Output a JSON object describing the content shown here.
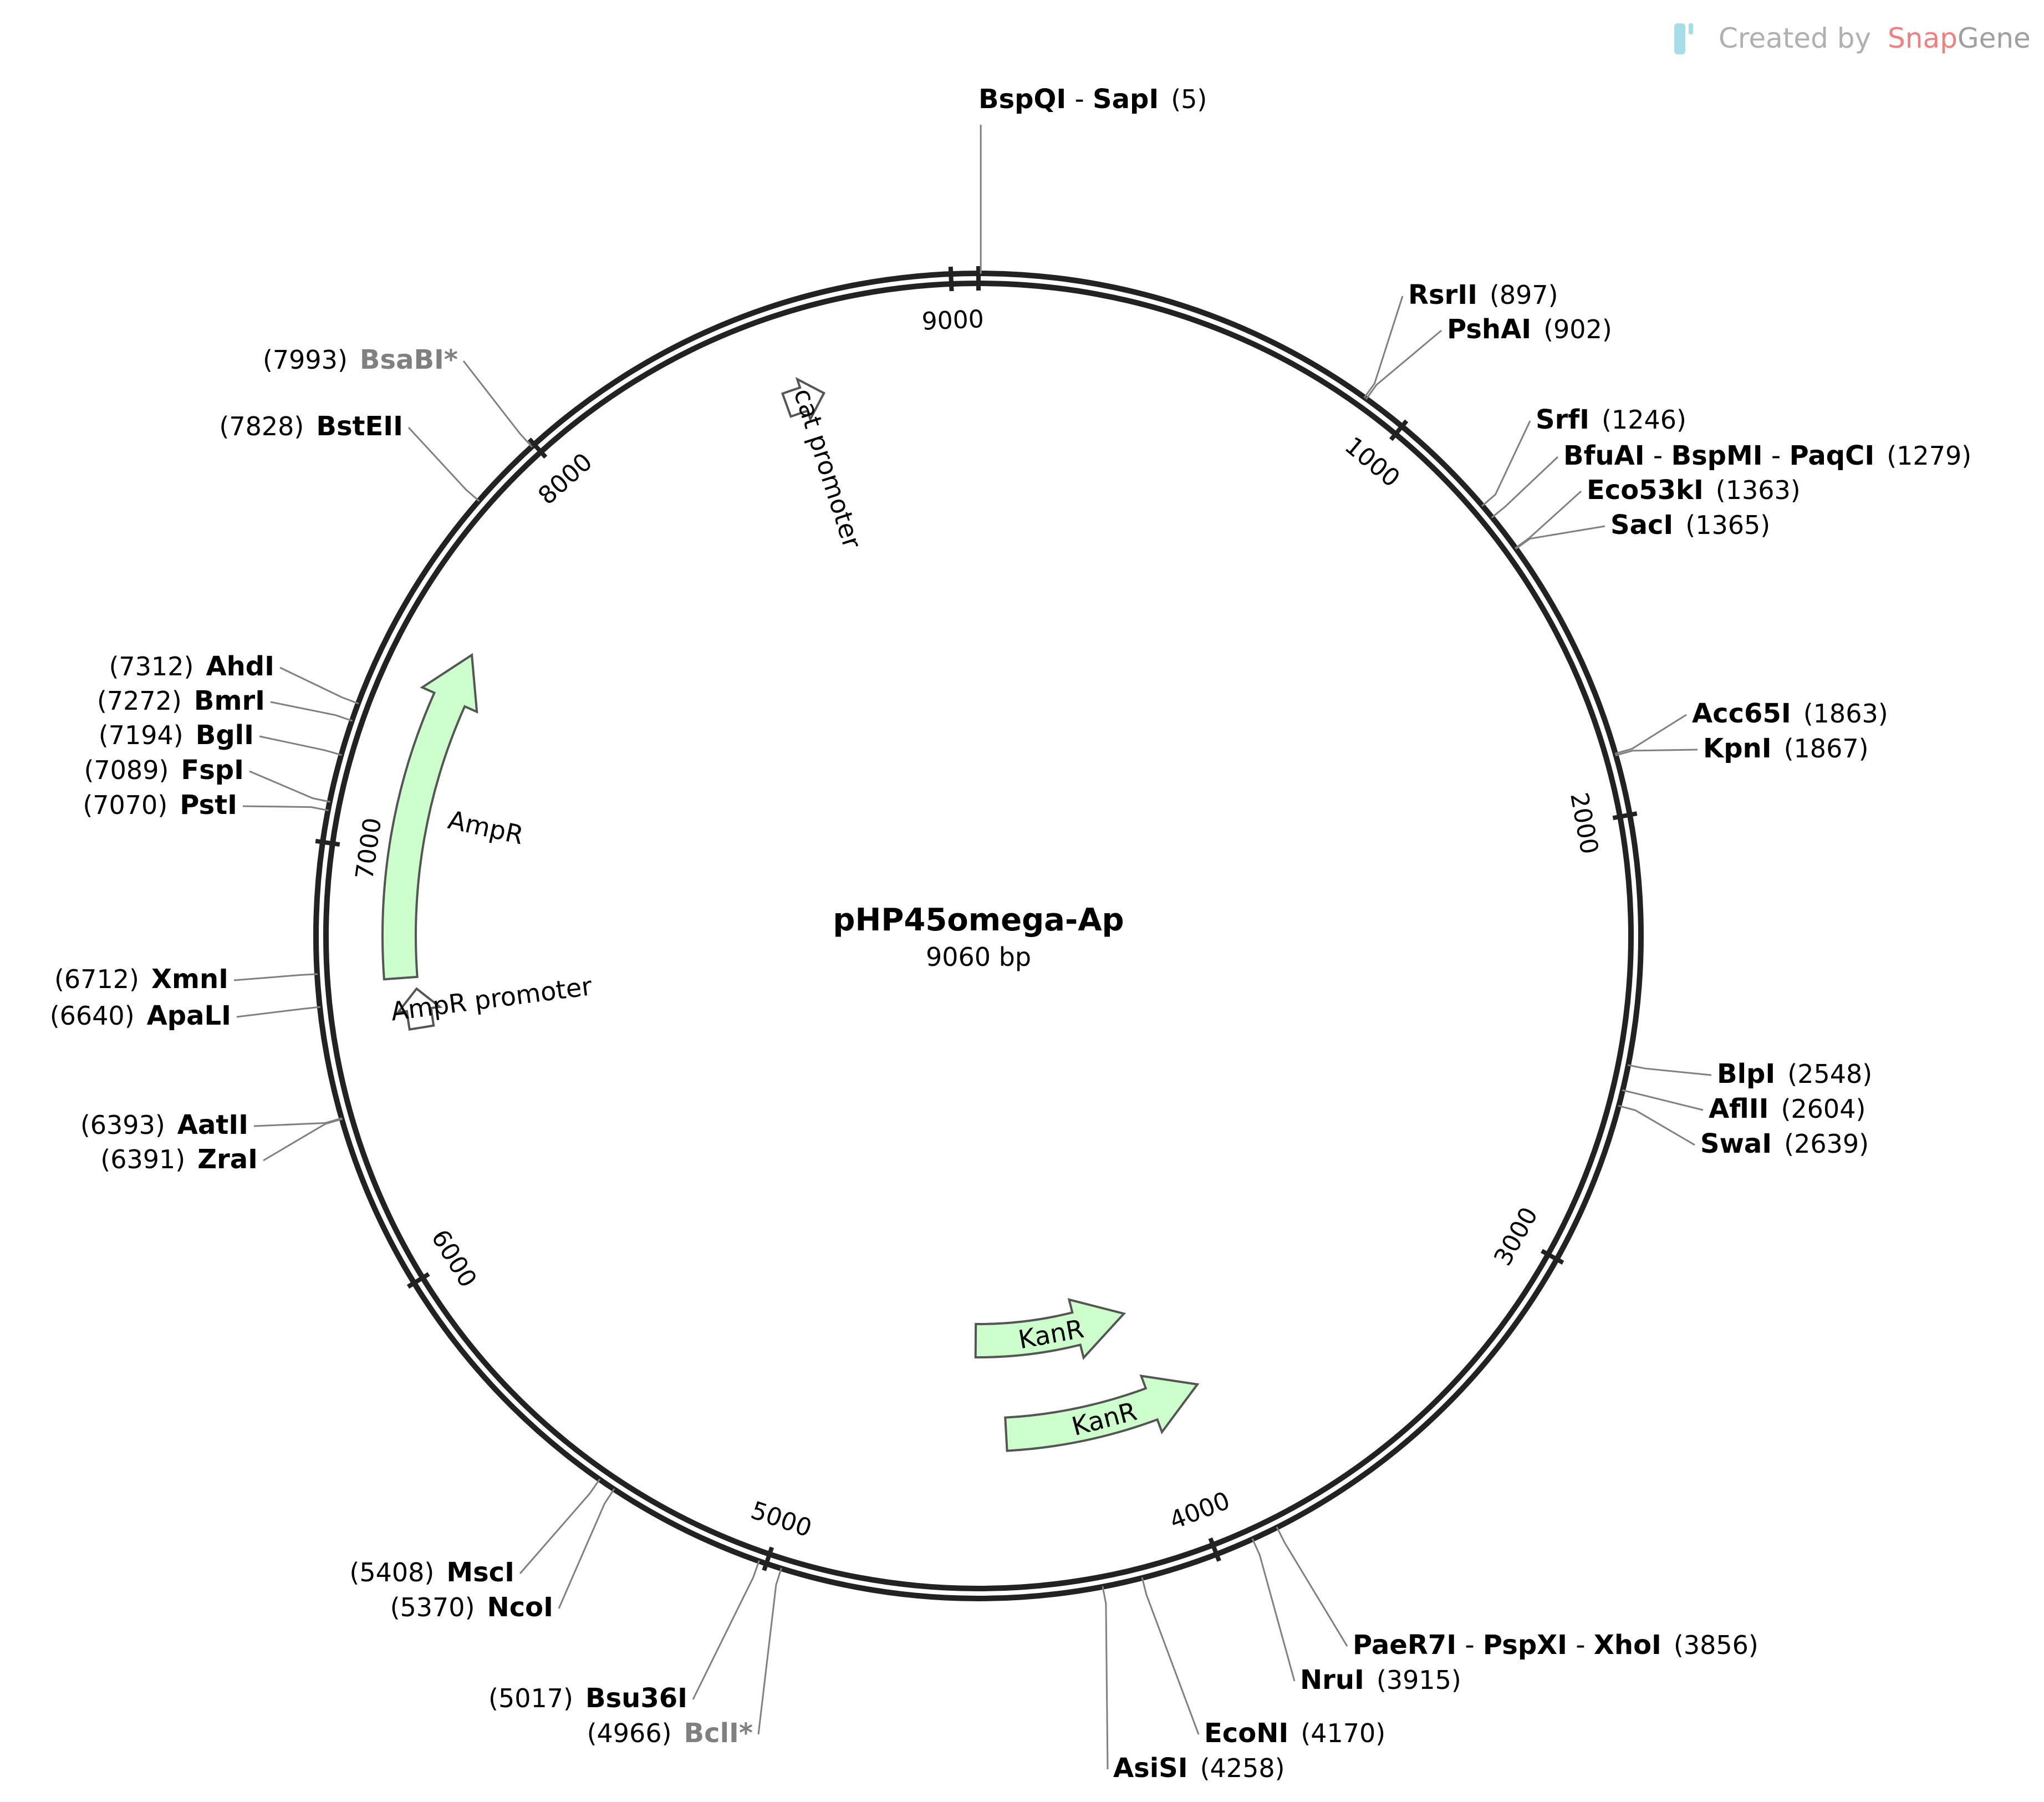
{
  "plasmid": {
    "name": "pHP45omega-Ap",
    "length_label": "9060 bp",
    "total_bp": 9060
  },
  "branding": {
    "prefix": "Created by",
    "snap": "Snap",
    "gene": "Gene"
  },
  "colors": {
    "backbone": "#222222",
    "feature_fill": "#ccffcc",
    "feature_stroke": "#555555",
    "leader": "#808080",
    "snap": "#f08080",
    "gene": "#a0a0a0"
  },
  "ticks": [
    {
      "pos": 1000,
      "label": "1000"
    },
    {
      "pos": 2000,
      "label": "2000"
    },
    {
      "pos": 3000,
      "label": "3000"
    },
    {
      "pos": 4000,
      "label": "4000"
    },
    {
      "pos": 5000,
      "label": "5000"
    },
    {
      "pos": 6000,
      "label": "6000"
    },
    {
      "pos": 7000,
      "label": "7000"
    },
    {
      "pos": 8000,
      "label": "8000"
    },
    {
      "pos": 9000,
      "label": "9000"
    }
  ],
  "sites": [
    {
      "pos": 5,
      "names": [
        "BspQI",
        "SapI"
      ],
      "pos_label": "(5)",
      "gray": false
    },
    {
      "pos": 897,
      "names": [
        "RsrII"
      ],
      "pos_label": "(897)",
      "gray": false
    },
    {
      "pos": 902,
      "names": [
        "PshAI"
      ],
      "pos_label": "(902)",
      "gray": false
    },
    {
      "pos": 1246,
      "names": [
        "SrfI"
      ],
      "pos_label": "(1246)",
      "gray": false
    },
    {
      "pos": 1279,
      "names": [
        "BfuAI",
        "BspMI",
        "PaqCI"
      ],
      "pos_label": "(1279)",
      "gray": false
    },
    {
      "pos": 1363,
      "names": [
        "Eco53kI"
      ],
      "pos_label": "(1363)",
      "gray": false
    },
    {
      "pos": 1365,
      "names": [
        "SacI"
      ],
      "pos_label": "(1365)",
      "gray": false
    },
    {
      "pos": 1863,
      "names": [
        "Acc65I"
      ],
      "pos_label": "(1863)",
      "gray": false
    },
    {
      "pos": 1867,
      "names": [
        "KpnI"
      ],
      "pos_label": "(1867)",
      "gray": false
    },
    {
      "pos": 2548,
      "names": [
        "BlpI"
      ],
      "pos_label": "(2548)",
      "gray": false
    },
    {
      "pos": 2604,
      "names": [
        "AflII"
      ],
      "pos_label": "(2604)",
      "gray": false
    },
    {
      "pos": 2639,
      "names": [
        "SwaI"
      ],
      "pos_label": "(2639)",
      "gray": false
    },
    {
      "pos": 3856,
      "names": [
        "PaeR7I",
        "PspXI",
        "XhoI"
      ],
      "pos_label": "(3856)",
      "gray": false
    },
    {
      "pos": 3915,
      "names": [
        "NruI"
      ],
      "pos_label": "(3915)",
      "gray": false
    },
    {
      "pos": 4170,
      "names": [
        "EcoNI"
      ],
      "pos_label": "(4170)",
      "gray": false
    },
    {
      "pos": 4258,
      "names": [
        "AsiSI"
      ],
      "pos_label": "(4258)",
      "gray": false
    },
    {
      "pos": 4966,
      "names": [
        "BclI*"
      ],
      "pos_label": "(4966)",
      "gray": true
    },
    {
      "pos": 5017,
      "names": [
        "Bsu36I"
      ],
      "pos_label": "(5017)",
      "gray": false
    },
    {
      "pos": 5370,
      "names": [
        "NcoI"
      ],
      "pos_label": "(5370)",
      "gray": false
    },
    {
      "pos": 5408,
      "names": [
        "MscI"
      ],
      "pos_label": "(5408)",
      "gray": false
    },
    {
      "pos": 6391,
      "names": [
        "ZraI"
      ],
      "pos_label": "(6391)",
      "gray": false
    },
    {
      "pos": 6393,
      "names": [
        "AatII"
      ],
      "pos_label": "(6393)",
      "gray": false
    },
    {
      "pos": 6640,
      "names": [
        "ApaLI"
      ],
      "pos_label": "(6640)",
      "gray": false
    },
    {
      "pos": 6712,
      "names": [
        "XmnI"
      ],
      "pos_label": "(6712)",
      "gray": false
    },
    {
      "pos": 7070,
      "names": [
        "PstI"
      ],
      "pos_label": "(7070)",
      "gray": false
    },
    {
      "pos": 7089,
      "names": [
        "FspI"
      ],
      "pos_label": "(7089)",
      "gray": false
    },
    {
      "pos": 7194,
      "names": [
        "BglI"
      ],
      "pos_label": "(7194)",
      "gray": false
    },
    {
      "pos": 7272,
      "names": [
        "BmrI"
      ],
      "pos_label": "(7272)",
      "gray": false
    },
    {
      "pos": 7312,
      "names": [
        "AhdI"
      ],
      "pos_label": "(7312)",
      "gray": false
    },
    {
      "pos": 7828,
      "names": [
        "BstEII"
      ],
      "pos_label": "(7828)",
      "gray": false
    },
    {
      "pos": 7993,
      "names": [
        "BsaBI*"
      ],
      "pos_label": "(7993)",
      "gray": true
    }
  ],
  "features": [
    {
      "name": "AmpR",
      "label": "AmpR",
      "type": "cds",
      "start": 6690,
      "end": 7525,
      "direction": "cw"
    },
    {
      "name": "AmpR promoter",
      "label": "AmpR promoter",
      "type": "promoter",
      "start": 6560,
      "end": 6660,
      "direction": "cw"
    },
    {
      "name": "cat promoter",
      "label": "cat promoter",
      "type": "promoter",
      "start": 8560,
      "end": 8660,
      "direction": "cw"
    },
    {
      "name": "KanR",
      "label": "KanR",
      "type": "cds",
      "start": 4000,
      "end": 4540,
      "direction": "ccw"
    },
    {
      "name": "KanR",
      "label": "KanR",
      "type": "cds",
      "start": 3875,
      "end": 4450,
      "direction": "ccw"
    }
  ]
}
